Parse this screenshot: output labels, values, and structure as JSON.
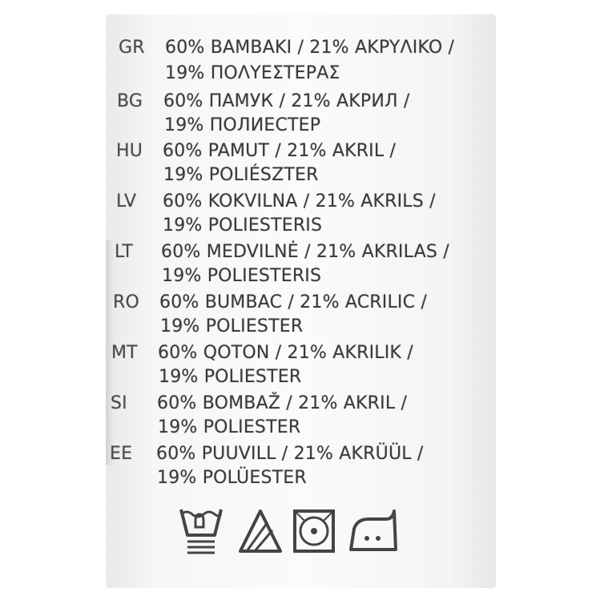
{
  "composition": [
    {
      "code": "GR",
      "line1": "60% BAMBAKI / 21% AKPYΛIKO /",
      "line2": "19% ΠΟΛΥΕΣΤΕΡΑΣ"
    },
    {
      "code": "BG",
      "line1": "60% ПАМУК / 21% AKPИЛ /",
      "line2": "19% ПОЛИЕСТЕР"
    },
    {
      "code": "HU",
      "line1": "60% PAMUT / 21% AKRIL /",
      "line2": "19% POLIÉSZTER"
    },
    {
      "code": "LV",
      "line1": "60% KOKVILNA / 21% AKRILS /",
      "line2": "19% POLIESTERIS"
    },
    {
      "code": "LT",
      "line1": "60% MEDVILNĖ / 21% AKRILAS /",
      "line2": "19% POLIESTERIS"
    },
    {
      "code": "RO",
      "line1": "60% BUMBAC / 21% ACRILIC /",
      "line2": "19% POLIESTER"
    },
    {
      "code": "MT",
      "line1": "60% QOTON / 21% AKRILIK /",
      "line2": "19% POLIESTER"
    },
    {
      "code": "SI",
      "line1": "60% BOMBAŽ / 21% AKRIL /",
      "line2": "19% POLIESTER"
    },
    {
      "code": "EE",
      "line1": "60% PUUVILL / 21% AKRÜÜL /",
      "line2": "19% POLÜESTER"
    }
  ],
  "care_symbols": [
    {
      "name": "wash-tub-hand-wash-icon"
    },
    {
      "name": "bleach-triangle-icon"
    },
    {
      "name": "tumble-dry-icon"
    },
    {
      "name": "iron-icon"
    }
  ],
  "colors": {
    "ink": "#3a3a3a",
    "fabric": "#f7f7f7"
  }
}
